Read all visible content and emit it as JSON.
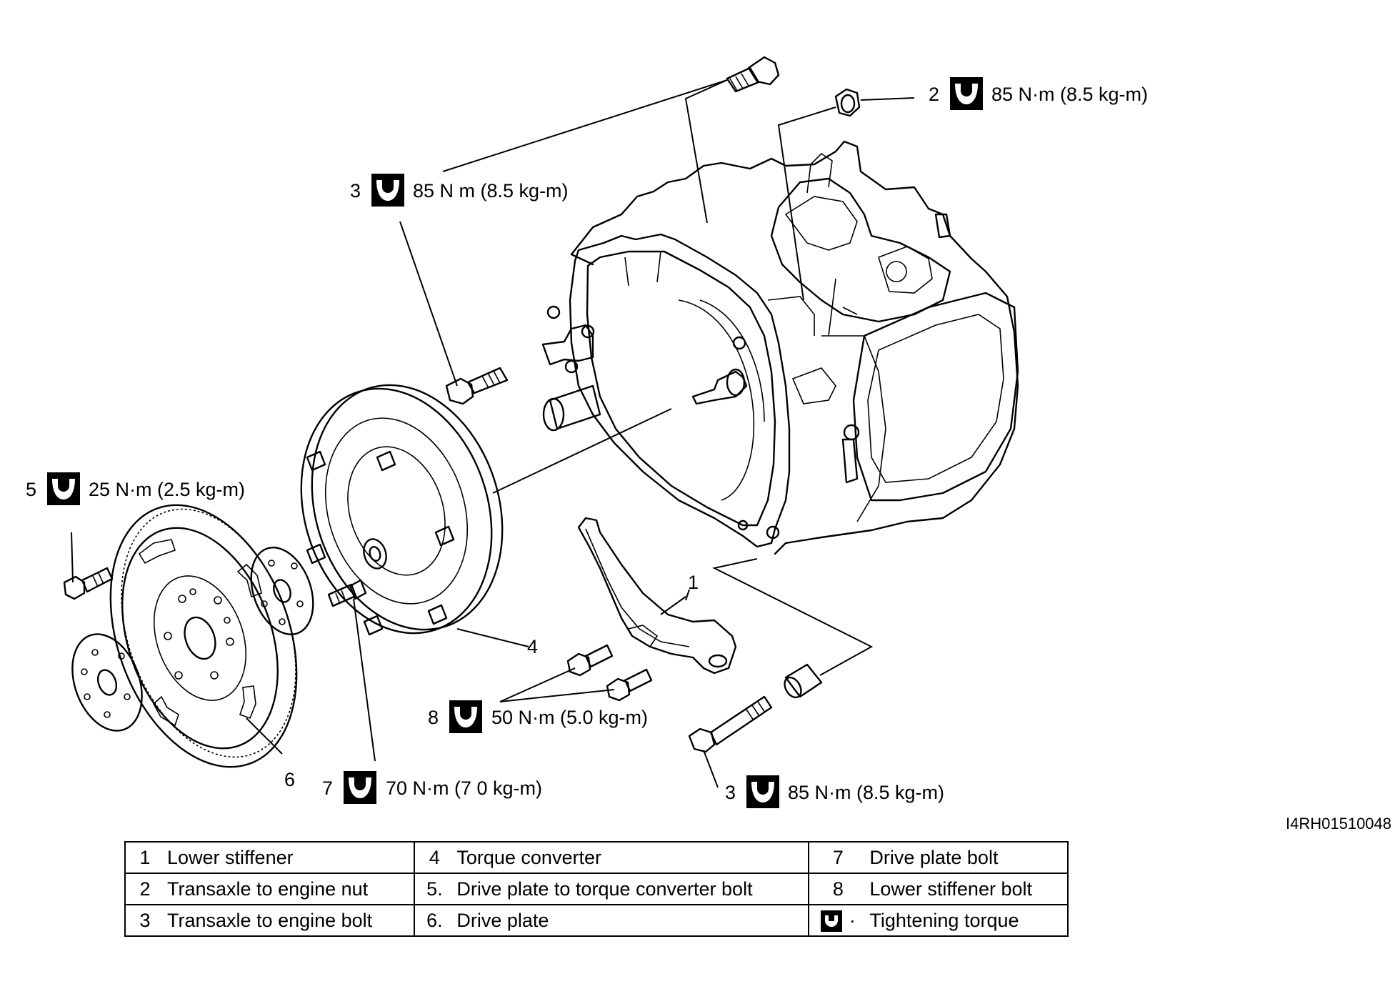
{
  "callouts": [
    {
      "id": "c2-top",
      "number": "2",
      "torque": "85 N·m (8.5 kg-m)"
    },
    {
      "id": "c3-top",
      "number": "3",
      "torque": "85 N m (8.5 kg-m)"
    },
    {
      "id": "c5",
      "number": "5",
      "torque": "25 N·m (2.5 kg-m)"
    },
    {
      "id": "c8",
      "number": "8",
      "torque": "50 N·m (5.0 kg-m)"
    },
    {
      "id": "c7",
      "number": "7",
      "torque": "70 N·m (7 0 kg-m)"
    },
    {
      "id": "c3-bottom",
      "number": "3",
      "torque": "85 N·m (8.5 kg-m)"
    }
  ],
  "part_numbers": {
    "p1": "1",
    "p4": "4",
    "p6": "6"
  },
  "figure_code": "I4RH01510048",
  "legend": {
    "rows": [
      [
        {
          "num": "1",
          "label": "Lower stiffener"
        },
        {
          "num": "4",
          "label": "Torque converter"
        },
        {
          "num": "7",
          "label": "Drive plate bolt"
        }
      ],
      [
        {
          "num": "2",
          "label": "Transaxle to engine nut"
        },
        {
          "num": "5.",
          "label": "Drive plate to torque converter bolt"
        },
        {
          "num": "8",
          "label": "Lower stiffener bolt"
        }
      ],
      [
        {
          "num": "3",
          "label": "Transaxle to engine bolt"
        },
        {
          "num": "6.",
          "label": "Drive plate"
        },
        {
          "num": "",
          "label": "Tightening torque",
          "icon": "wrench-icon"
        }
      ]
    ]
  }
}
